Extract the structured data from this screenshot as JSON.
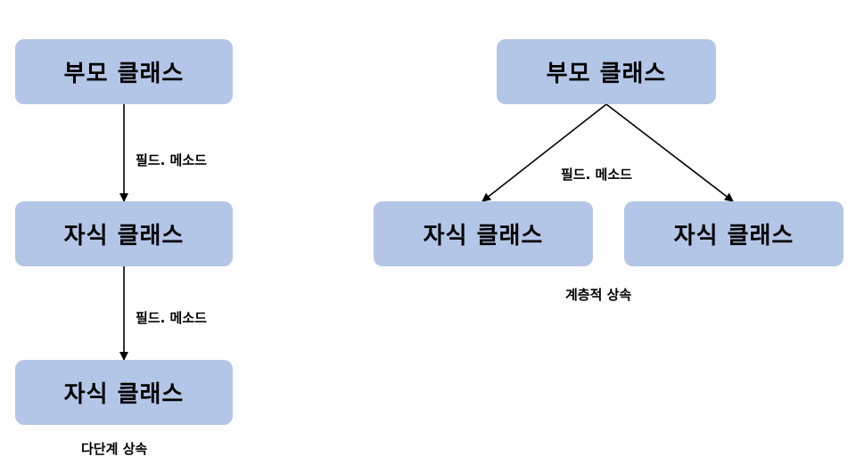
{
  "multilevel": {
    "nodes": {
      "parent": "부모 클래스",
      "child1": "자식 클래스",
      "child2": "자식 클래스"
    },
    "edge_label_1": "필드. 메소드",
    "edge_label_2": "필드. 메소드",
    "caption": "다단계 상속"
  },
  "hierarchical": {
    "nodes": {
      "parent": "부모 클래스",
      "child_left": "자식 클래스",
      "child_right": "자식 클래스"
    },
    "edge_label": "필드. 메소드",
    "caption": "계층적 상속"
  },
  "colors": {
    "box_fill": "#b4c6e7",
    "text": "#000000",
    "line": "#000000"
  }
}
